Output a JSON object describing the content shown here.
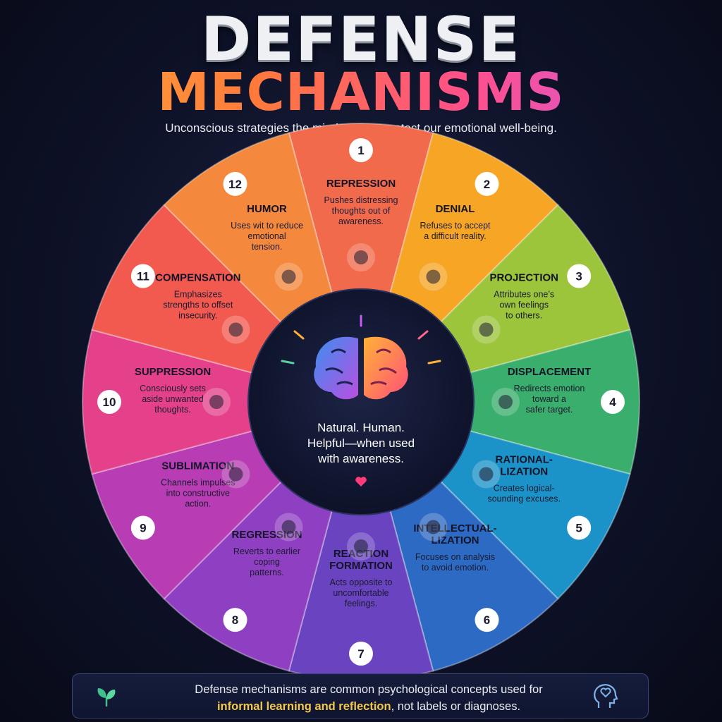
{
  "title_line1": "DEFENSE",
  "title_line2": "MECHANISMS",
  "subtitle": "Unconscious strategies the mind uses to protect our emotional well-being.",
  "center": {
    "line1": "Natural. Human.",
    "line2": "Helpful—when used",
    "line3": "with awareness."
  },
  "mechanisms": [
    {
      "number": "1",
      "name": "REPRESSION",
      "desc": [
        "Pushes distressing",
        "thoughts out of",
        "awareness."
      ],
      "color": "#f26a4c",
      "icon": "head-lock-icon"
    },
    {
      "number": "2",
      "name": "DENIAL",
      "desc": [
        "Refuses to accept",
        "a difficult reality."
      ],
      "color": "#f7a524",
      "icon": "shield-x-icon"
    },
    {
      "number": "3",
      "name": "PROJECTION",
      "desc": [
        "Attributes one’s",
        "own feelings",
        "to others."
      ],
      "color": "#9cc53c",
      "icon": "two-people-speech-icon"
    },
    {
      "number": "4",
      "name": "DISPLACEMENT",
      "desc": [
        "Redirects emotion",
        "toward a",
        "safer target."
      ],
      "color": "#3aae6c",
      "icon": "target-arrow-icon"
    },
    {
      "number": "5",
      "name": [
        "RATIONAL-",
        "LIZATION"
      ],
      "desc": [
        "Creates logical-",
        "sounding excuses."
      ],
      "color": "#1b93c9",
      "icon": "puzzle-piece-icon"
    },
    {
      "number": "6",
      "name": [
        "INTELLECTUAL-",
        "LIZATION"
      ],
      "desc": [
        "Focuses on analysis",
        "to avoid emotion."
      ],
      "color": "#2d6ac3",
      "icon": "head-gears-icon"
    },
    {
      "number": "7",
      "name": [
        "REACTION",
        "FORMATION"
      ],
      "desc": [
        "Acts opposite to",
        "uncomfortable",
        "feelings."
      ],
      "color": "#6a43c0",
      "icon": "theater-masks-icon"
    },
    {
      "number": "8",
      "name": "REGRESSION",
      "desc": [
        "Reverts to earlier",
        "coping",
        "patterns."
      ],
      "color": "#8f3fc2",
      "icon": "teddy-bear-icon"
    },
    {
      "number": "9",
      "name": "SUBLIMATION",
      "desc": [
        "Channels impulses",
        "into constructive",
        "action."
      ],
      "color": "#b83db4",
      "icon": "paintbrush-music-icon"
    },
    {
      "number": "10",
      "name": "SUPPRESSION",
      "desc": [
        "Consciously sets",
        "aside unwanted",
        "thoughts."
      ],
      "color": "#e5418a",
      "icon": "closed-book-icon"
    },
    {
      "number": "11",
      "name": "COMPENSATION",
      "desc": [
        "Emphasizes",
        "strengths to offset",
        "insecurity."
      ],
      "color": "#f25a50",
      "icon": "trophy-icon"
    },
    {
      "number": "12",
      "name": "HUMOR",
      "desc": [
        "Uses wit to reduce",
        "emotional",
        "tension."
      ],
      "color": "#f4883c",
      "icon": "laughing-face-icon"
    }
  ],
  "footer": {
    "line1": "Defense mechanisms are common psychological concepts used for",
    "highlight": "informal learning and reflection",
    "line2_rest": ", not labels or diagnoses."
  },
  "colors": {
    "background": "#0e1228",
    "center_disc": "#111733",
    "title_gradient_start": "#ffb43a",
    "title_gradient_end": "#c55bf0",
    "footer_highlight": "#f4c84a"
  }
}
